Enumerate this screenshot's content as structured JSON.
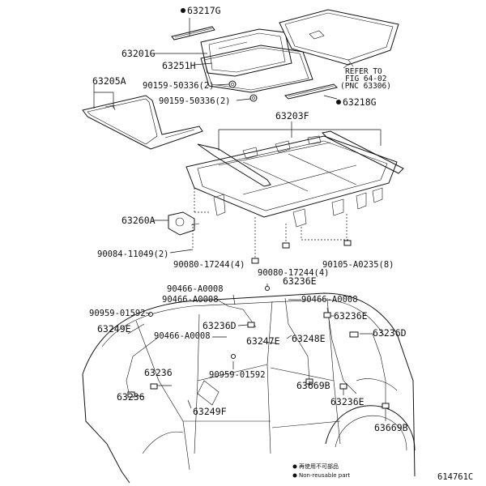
{
  "labels": {
    "p63217G": "63217G",
    "p63201G": "63201G",
    "p63251H": "63251H",
    "p63205A": "63205A",
    "p90159_1": "90159-50336(2)",
    "p90159_2": "90159-50336(2)",
    "refer1": "REFER TO",
    "refer2": "FIG 64-02",
    "refer3": "(PNC 63306)",
    "p63218G": "63218G",
    "p63203F": "63203F",
    "p63260A": "63260A",
    "p90084": "90084-11049(2)",
    "p90080_1": "90080-17244(4)",
    "p90080_2": "90080-17244(4)",
    "p90105": "90105-A0235(8)",
    "p63236E_top": "63236E",
    "p90466_1": "90466-A0008",
    "p90466_2": "90466-A0008",
    "p90466_3": "90466-A0008",
    "p90466_4": "90466-A0008",
    "p90959_1": "90959-01592",
    "p90959_2": "90959-01592",
    "p63249E": "63249E",
    "p63236D_1": "63236D",
    "p63236D_2": "63236D",
    "p63236E_r": "63236E",
    "p63236E_b": "63236E",
    "p63248E": "63248E",
    "p63247E": "63247E",
    "p63236_1": "63236",
    "p63236_2": "63236",
    "p63669B_1": "63669B",
    "p63669B_2": "63669B",
    "p63249F": "63249F",
    "legend_jp": "再使用不可部品",
    "legend_en": "Non-reusable part",
    "fig_no": "614761C"
  }
}
